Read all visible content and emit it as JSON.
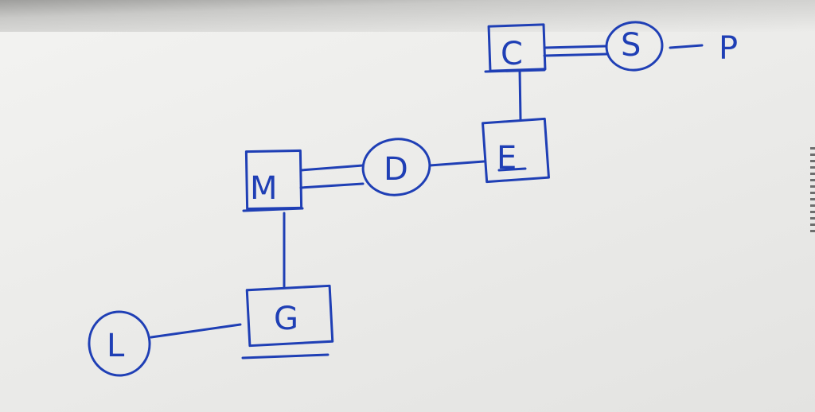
{
  "diagram": {
    "nodes": [
      {
        "id": "C",
        "label": "C",
        "shape": "rectangle"
      },
      {
        "id": "S",
        "label": "S",
        "shape": "circle"
      },
      {
        "id": "P",
        "label": "P",
        "shape": "none"
      },
      {
        "id": "E",
        "label": "E",
        "shape": "rectangle"
      },
      {
        "id": "M",
        "label": "M",
        "shape": "rectangle"
      },
      {
        "id": "D",
        "label": "D",
        "shape": "circle"
      },
      {
        "id": "G",
        "label": "G",
        "shape": "rectangle"
      },
      {
        "id": "L",
        "label": "L",
        "shape": "circle"
      }
    ],
    "edges": [
      {
        "from": "C",
        "to": "S",
        "style": "double"
      },
      {
        "from": "S",
        "to": "P",
        "style": "single"
      },
      {
        "from": "C",
        "to": "E",
        "style": "single"
      },
      {
        "from": "E",
        "to": "D",
        "style": "single"
      },
      {
        "from": "M",
        "to": "D",
        "style": "double"
      },
      {
        "from": "M",
        "to": "G",
        "style": "single"
      },
      {
        "from": "G",
        "to": "L",
        "style": "single"
      }
    ],
    "colors": {
      "ink": "#1f3fb5",
      "paper": "#efefed"
    }
  }
}
